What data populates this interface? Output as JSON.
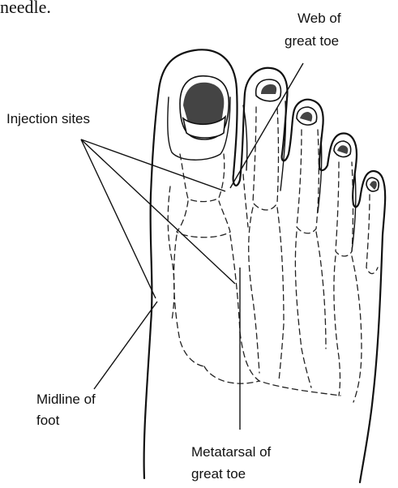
{
  "caption_fragment": "needle.",
  "labels": {
    "web_of_great_toe_line1": "Web of",
    "web_of_great_toe_line2": "great toe",
    "injection_sites": "Injection sites",
    "midline_of_foot_line1": "Midline of",
    "midline_of_foot_line2": "foot",
    "metatarsal_line1": "Metatarsal of",
    "metatarsal_line2": "great toe"
  },
  "colors": {
    "ink": "#111111",
    "background": "#ffffff"
  }
}
